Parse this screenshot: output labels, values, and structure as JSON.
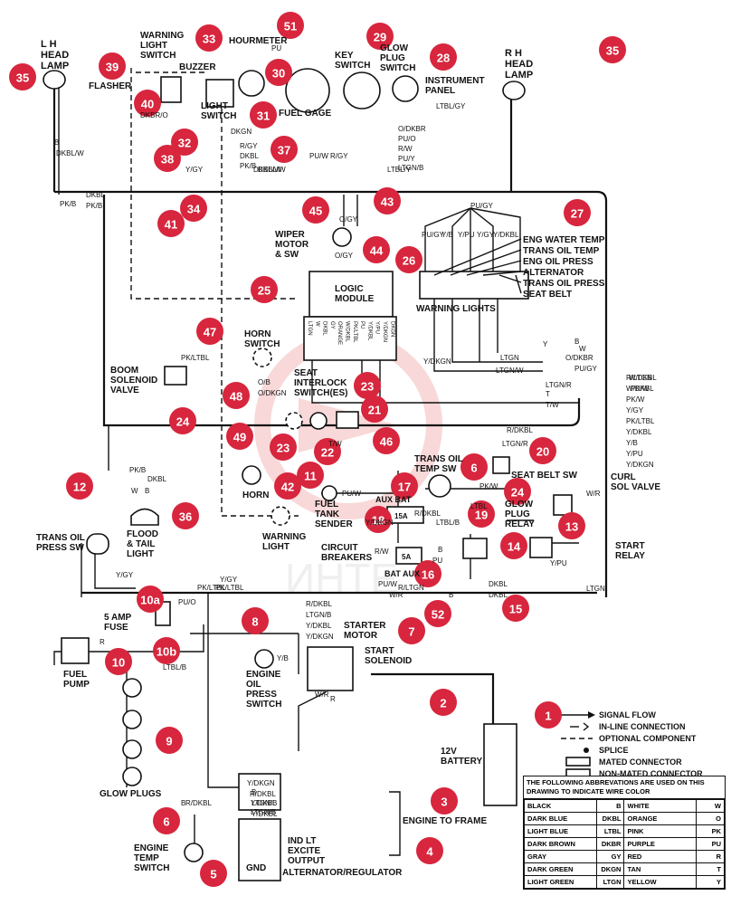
{
  "watermark": "ИНТЕ",
  "components": [
    {
      "id": "lh_head_lamp",
      "text": "L H\nHEAD\nLAMP"
    },
    {
      "id": "rh_head_lamp",
      "text": "R H\nHEAD\nLAMP"
    },
    {
      "id": "warning_light_switch",
      "text": "WARNING\nLIGHT\nSWITCH"
    },
    {
      "id": "hourmeter",
      "text": "HOURMETER"
    },
    {
      "id": "key_switch",
      "text": "KEY\nSWITCH"
    },
    {
      "id": "glow_plug_switch",
      "text": "GLOW\nPLUG\nSWITCH"
    },
    {
      "id": "instrument_panel",
      "text": "INSTRUMENT\nPANEL"
    },
    {
      "id": "flasher",
      "text": "FLASHER"
    },
    {
      "id": "buzzer",
      "text": "BUZZER"
    },
    {
      "id": "light_switch",
      "text": "LIGHT\nSWITCH"
    },
    {
      "id": "fuel_gage",
      "text": "FUEL GAGE"
    },
    {
      "id": "wiper_motor",
      "text": "WIPER\nMOTOR\n& SW"
    },
    {
      "id": "logic_module",
      "text": "LOGIC\nMODULE"
    },
    {
      "id": "warning_lights",
      "text": "WARNING LIGHTS"
    },
    {
      "id": "horn_switch",
      "text": "HORN\nSWITCH"
    },
    {
      "id": "boom_solenoid",
      "text": "BOOM\nSOLENOID\nVALVE"
    },
    {
      "id": "seat_interlock",
      "text": "SEAT\nINTERLOCK\nSWITCH(ES)"
    },
    {
      "id": "horn",
      "text": "HORN"
    },
    {
      "id": "trans_oil_temp_sw",
      "text": "TRANS OIL\nTEMP SW"
    },
    {
      "id": "seat_belt_sw",
      "text": "SEAT BELT SW"
    },
    {
      "id": "curl_sol_valve",
      "text": "CURL\nSOL VALVE"
    },
    {
      "id": "fuel_tank_sender",
      "text": "FUEL\nTANK\nSENDER"
    },
    {
      "id": "warning_light",
      "text": "WARNING\nLIGHT"
    },
    {
      "id": "glow_plug_relay",
      "text": "GLOW\nPLUG\nRELAY"
    },
    {
      "id": "start_relay",
      "text": "START\nRELAY"
    },
    {
      "id": "trans_oil_press_sw",
      "text": "TRANS OIL\nPRESS SW"
    },
    {
      "id": "flood_tail_light",
      "text": "FLOOD\n& TAIL\nLIGHT"
    },
    {
      "id": "circuit_breakers",
      "text": "CIRCUIT\nBREAKERS"
    },
    {
      "id": "five_amp_fuse",
      "text": "5 AMP\nFUSE"
    },
    {
      "id": "fuel_pump",
      "text": "FUEL\nPUMP"
    },
    {
      "id": "engine_oil_press",
      "text": "ENGINE\nOIL\nPRESS\nSWITCH"
    },
    {
      "id": "starter_motor",
      "text": "STARTER\nMOTOR"
    },
    {
      "id": "start_solenoid",
      "text": "START\nSOLENOID"
    },
    {
      "id": "battery",
      "text": "12V\nBATTERY"
    },
    {
      "id": "glow_plugs",
      "text": "GLOW PLUGS"
    },
    {
      "id": "engine_temp_sw",
      "text": "ENGINE\nTEMP\nSWITCH"
    },
    {
      "id": "engine_to_frame",
      "text": "ENGINE TO FRAME"
    },
    {
      "id": "alternator",
      "text": "ALTERNATOR/REGULATOR"
    },
    {
      "id": "alt_terms",
      "text": "IND LT\nEXCITE\nOUTPUT"
    },
    {
      "id": "gnd",
      "text": "GND"
    },
    {
      "id": "bat_aux_top",
      "text": "AUX BAT"
    },
    {
      "id": "bat_aux_bottom",
      "text": "BAT AUX"
    },
    {
      "id": "fifteen_a",
      "text": "15A"
    },
    {
      "id": "five_a",
      "text": "5A"
    }
  ],
  "warning_light_items": [
    "ENG WATER TEMP",
    "TRANS OIL TEMP",
    "ENG OIL PRESS",
    "ALTERNATOR",
    "TRANS OIL PRESS",
    "SEAT BELT"
  ],
  "logic_pins": [
    "LTGN",
    "W",
    "DKBL",
    "GY",
    "ORANGE",
    "W/DKBL",
    "PK/LTBL",
    "PU",
    "Y/DKBL",
    "Y/PU",
    "Y/DKGN",
    "DKGN"
  ],
  "wire_labels": [
    "PU",
    "B",
    "DKBL/W",
    "DKBL/W",
    "DKBL",
    "PK/B",
    "DKBR/O",
    "DKGN",
    "R/GY",
    "DKBL",
    "PK/B",
    "Y/GY",
    "DKBL/W",
    "PU/W",
    "R/GY",
    "O/DKBR",
    "PU/O",
    "R/W",
    "PU/Y",
    "LTGN/B",
    "LTBL/Y",
    "LTBL/GY",
    "PU/GY",
    "O/GY",
    "O/GY",
    "PU/GY",
    "Y/B",
    "Y/PU",
    "Y/GY",
    "Y/DKBL",
    "Y/DKGN",
    "LTGN/W",
    "LTGN",
    "LTGN/R",
    "T",
    "T/W",
    "W",
    "O/DKBR",
    "PU/GY",
    "R/LTGN",
    "W/DKBL",
    "PK/W",
    "Y/GY",
    "PK/LTBL",
    "Y/DKBL",
    "Y/B",
    "Y/PU",
    "Y/DKGN",
    "PK/LTBL",
    "O/B",
    "O/DKGN",
    "PK/B",
    "DKBL",
    "W",
    "B",
    "Y/GY",
    "PK/LTBL",
    "PU/O",
    "R",
    "LTBL/B",
    "Y/B",
    "W/R",
    "R",
    "B",
    "Y/DKBL",
    "LTGN/B",
    "R/DKBL",
    "Y/DKGN",
    "W/R",
    "R/DKBL",
    "LTGN/B",
    "Y/DKBL",
    "Y/DKGN",
    "PU/W",
    "LTBL/B",
    "R/DKBL",
    "R/W",
    "PU/W",
    "R/LTGN",
    "W/DKBL",
    "PK/W",
    "W/R",
    "Y/PU",
    "PK/W",
    "LTGN",
    "LTGN/R",
    "R/DKBL",
    "LTBL",
    "B",
    "B",
    "Y",
    "B",
    "PU",
    "DKBL",
    "DKBL",
    "PK/B",
    "Y/DKGN",
    "R/DKBL",
    "LTGN/B",
    "Y/DKBL",
    "B",
    "PK/LTBL",
    "T/W",
    "Y/GY"
  ],
  "callouts": [
    "1",
    "2",
    "3",
    "4",
    "5",
    "6",
    "6",
    "7",
    "8",
    "9",
    "10",
    "10a",
    "10b",
    "11",
    "12",
    "13",
    "14",
    "15",
    "16",
    "17",
    "18",
    "19",
    "20",
    "21",
    "22",
    "23",
    "23",
    "24",
    "24",
    "25",
    "26",
    "27",
    "28",
    "29",
    "30",
    "31",
    "32",
    "33",
    "34",
    "35",
    "35",
    "36",
    "37",
    "38",
    "39",
    "40",
    "41",
    "42",
    "43",
    "44",
    "45",
    "46",
    "47",
    "48",
    "49",
    "51",
    "52"
  ],
  "legend": {
    "items": [
      "SIGNAL FLOW",
      "IN-LINE CONNECTION",
      "OPTIONAL COMPONENT",
      "SPLICE",
      "MATED CONNECTOR",
      "NON-MATED CONNECTOR"
    ]
  },
  "abbrev_table": {
    "title": "THE FOLLOWING ABBREVATIONS ARE USED ON THIS DRAWING TO INDICATE WIRE COLOR",
    "rows": [
      [
        "BLACK",
        "B",
        "WHITE",
        "W"
      ],
      [
        "DARK BLUE",
        "DKBL",
        "ORANGE",
        "O"
      ],
      [
        "LIGHT BLUE",
        "LTBL",
        "PINK",
        "PK"
      ],
      [
        "DARK BROWN",
        "DKBR",
        "PURPLE",
        "PU"
      ],
      [
        "GRAY",
        "GY",
        "RED",
        "R"
      ],
      [
        "DARK GREEN",
        "DKGN",
        "TAN",
        "T"
      ],
      [
        "LIGHT GREEN",
        "LTGN",
        "YELLOW",
        "Y"
      ]
    ]
  },
  "colors": {
    "callout": "#d7263d",
    "line": "#111111",
    "watermark": "#f3b9b9"
  }
}
